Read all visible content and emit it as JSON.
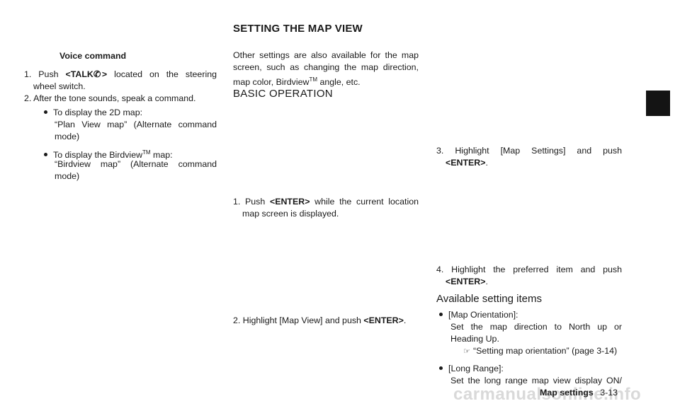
{
  "section_title": "SETTING THE MAP VIEW",
  "col1": {
    "heading": "Voice command",
    "step1_prefix": "1. Push",
    "step1_key": "<TALK",
    "step1_icon": "talk-icon",
    "step1_key_close": ">",
    "step1_rest": "located on the steering",
    "step1_line2": "wheel switch.",
    "step2": "2. After the tone sounds, speak a command.",
    "bullet1": "To display the 2D map:",
    "bullet1_quote_line1": "“Plan View map” (Alternate command",
    "bullet1_quote_line2": "mode)",
    "bullet2_prefix": "To display the Birdview",
    "bullet2_tm": "TM",
    "bullet2_suffix": "map:",
    "bullet2_quote_line1": "“Birdview map” (Alternate command",
    "bullet2_quote_line2": "mode)"
  },
  "col2": {
    "intro_line1": "Other settings are also available for the map",
    "intro_line2": "screen, such as changing the map direction,",
    "intro_line3_prefix": "map color, Birdview",
    "intro_line3_tm": "TM",
    "intro_line3_suffix": "angle, etc.",
    "heading": "BASIC OPERATION",
    "step1_prefix": "1. Push",
    "step1_key": "<ENTER>",
    "step1_rest": "while the current location",
    "step1_line2": "map screen is displayed.",
    "step2_prefix": "2. Highlight [Map View] and push",
    "step2_key": "<ENTER>",
    "step2_suffix": "."
  },
  "col3": {
    "step3_line1": "3. Highlight [Map Settings] and push",
    "step3_key": "<ENTER>",
    "step3_suffix": ".",
    "step4_line1": "4. Highlight the preferred item and push",
    "step4_key": "<ENTER>",
    "step4_suffix": ".",
    "heading": "Available setting items",
    "item1_label": "[Map Orientation]:",
    "item1_desc_line1": "Set the map direction to North up or",
    "item1_desc_line2": "Heading Up.",
    "item1_ref_icon": "reference-icon",
    "item1_ref": "“Setting map orientation” (page 3-14)",
    "item2_label": "[Long Range]:",
    "item2_desc_line1": "Set the long range map view display ON/"
  },
  "footer": {
    "text": "Map settings",
    "page": "3-13"
  },
  "watermark": "carmanualsonline.info",
  "colors": {
    "tab_block": "#141414",
    "watermark": "#d9d9d9"
  }
}
